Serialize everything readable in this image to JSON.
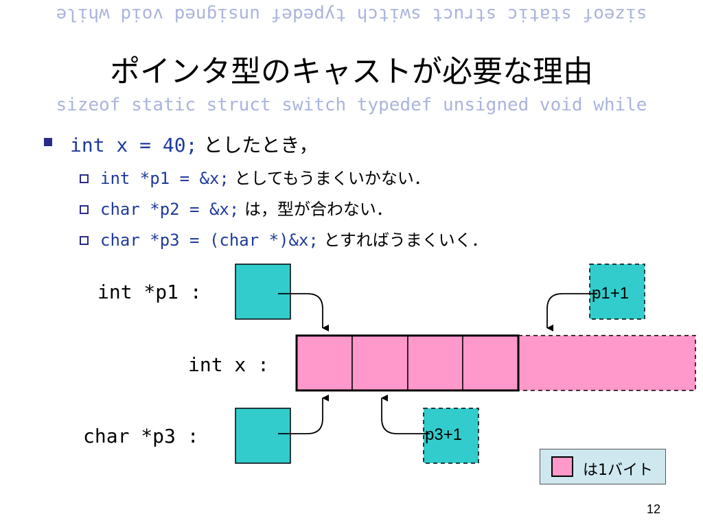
{
  "decor": {
    "top_mirrored": "sizeof static struct switch typedef unsigned void while",
    "bottom": "sizeof static struct switch typedef unsigned void while"
  },
  "title": "ポインタ型のキャストが必要な理由",
  "bullets": {
    "main": {
      "code": "int x = 40;",
      "text": "としたとき，"
    },
    "subs": [
      {
        "code": "int *p1 = &x;",
        "text": "としてもうまくいかない．"
      },
      {
        "code": "char *p2 = &x;",
        "text": "は，型が合わない．"
      },
      {
        "code": "char *p3 = (char *)&x;",
        "text": "とすればうまくいく．"
      }
    ]
  },
  "diagram": {
    "label_p1": "int *p1 :",
    "label_x": "int x :",
    "label_p3": "char *p3 :",
    "box_p1_plus_1": "p1+1",
    "box_p3_plus_1": "p3+1",
    "colors": {
      "pointer": "#33cccc",
      "byte": "#ff99cc",
      "legend_bg": "#cfe8f0"
    }
  },
  "legend": {
    "text": "は1バイト"
  },
  "page_number": "12"
}
